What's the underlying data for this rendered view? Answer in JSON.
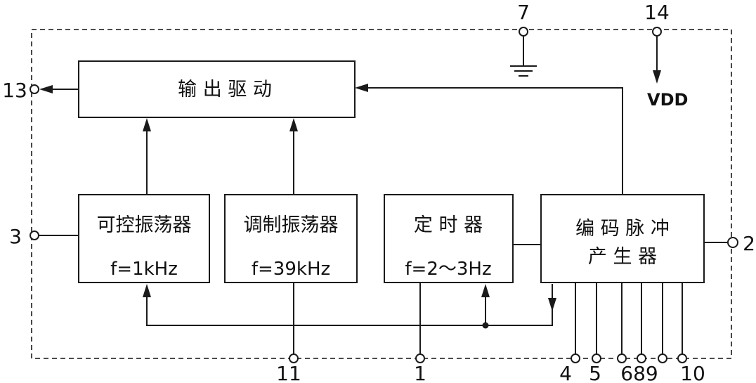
{
  "blocks": {
    "output_driver": "输 出 驱 动",
    "ctrl_osc_title": "可控振荡器",
    "ctrl_osc_freq": "f=1kHz",
    "mod_osc_title": "调制振荡器",
    "mod_osc_freq": "f=39kHz",
    "timer_title": "定 时 器",
    "timer_freq": "f=2～3Hz",
    "encoder_line1": "编 码 脉 冲",
    "encoder_line2": "产 生 器"
  },
  "pins": {
    "p7": "7",
    "p14": "14",
    "p13": "13",
    "p3": "3",
    "p2": "2",
    "p11": "11",
    "p1": "1",
    "p4": "4",
    "p5": "5",
    "p689": "689",
    "p10": "10"
  },
  "supply_label": "VDD"
}
